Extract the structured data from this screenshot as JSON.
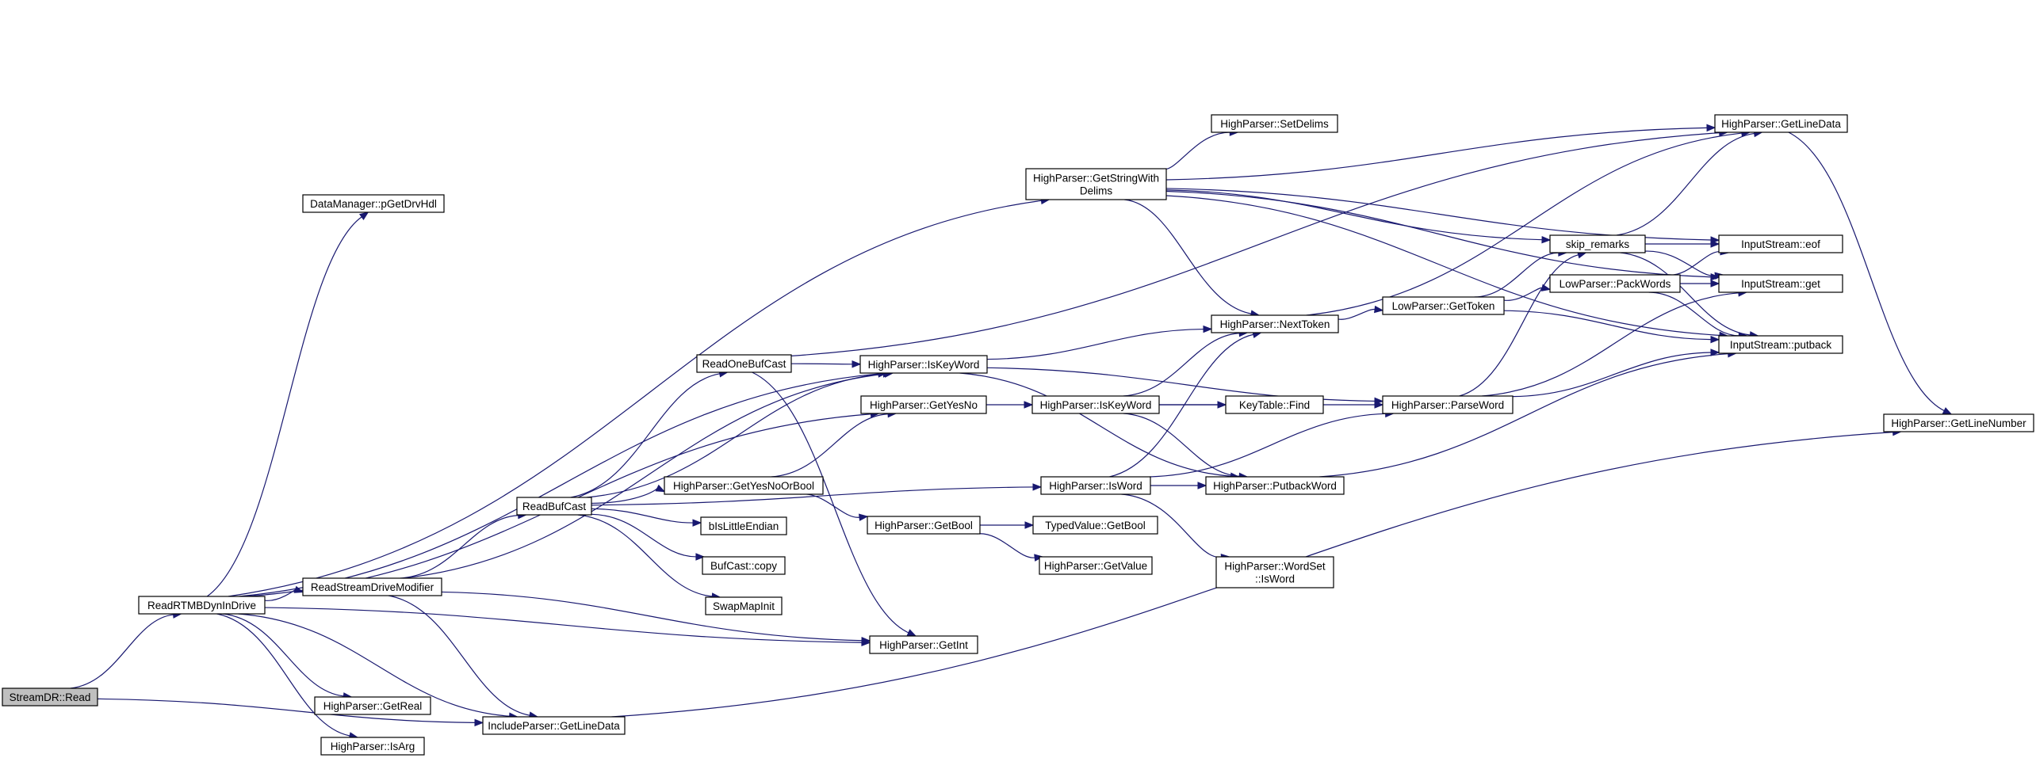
{
  "colors": {
    "edge": "#191970",
    "node_fill": "#ffffff",
    "root_fill": "#bfbfbf",
    "node_stroke": "#000000"
  },
  "nodes": [
    {
      "id": "streamdr_read",
      "lines": [
        "StreamDR::Read"
      ],
      "root": true
    },
    {
      "id": "readrtmb",
      "lines": [
        "ReadRTMBDynInDrive"
      ]
    },
    {
      "id": "datamanager_pgetdrvhdl",
      "lines": [
        "DataManager::pGetDrvHdl"
      ]
    },
    {
      "id": "readstreamdrivemodifier",
      "lines": [
        "ReadStreamDriveModifier"
      ]
    },
    {
      "id": "hp_getreal",
      "lines": [
        "HighParser::GetReal"
      ]
    },
    {
      "id": "hp_isarg",
      "lines": [
        "HighParser::IsArg"
      ]
    },
    {
      "id": "includeparser_getlinedata",
      "lines": [
        "IncludeParser::GetLineData"
      ]
    },
    {
      "id": "readbufcast",
      "lines": [
        "ReadBufCast"
      ]
    },
    {
      "id": "readonebufcast",
      "lines": [
        "ReadOneBufCast"
      ]
    },
    {
      "id": "hp_getyesnoorbool",
      "lines": [
        "HighParser::GetYesNoOrBool"
      ]
    },
    {
      "id": "bislittleendian",
      "lines": [
        "bIsLittleEndian"
      ]
    },
    {
      "id": "bufcast_copy",
      "lines": [
        "BufCast::copy"
      ]
    },
    {
      "id": "swapmapinit",
      "lines": [
        "SwapMapInit"
      ]
    },
    {
      "id": "hp_iskeyword_a",
      "lines": [
        "HighParser::IsKeyWord"
      ]
    },
    {
      "id": "hp_getyesno",
      "lines": [
        "HighParser::GetYesNo"
      ]
    },
    {
      "id": "hp_getbool",
      "lines": [
        "HighParser::GetBool"
      ]
    },
    {
      "id": "hp_getint",
      "lines": [
        "HighParser::GetInt"
      ]
    },
    {
      "id": "hp_getstringwithdelims",
      "lines": [
        "HighParser::GetStringWith",
        "Delims"
      ]
    },
    {
      "id": "hp_iskeyword_b",
      "lines": [
        "HighParser::IsKeyWord"
      ]
    },
    {
      "id": "hp_isword",
      "lines": [
        "HighParser::IsWord"
      ]
    },
    {
      "id": "typedvalue_getbool",
      "lines": [
        "TypedValue::GetBool"
      ]
    },
    {
      "id": "hp_getvalue",
      "lines": [
        "HighParser::GetValue"
      ]
    },
    {
      "id": "hp_setdelims",
      "lines": [
        "HighParser::SetDelims"
      ]
    },
    {
      "id": "hp_nexttoken",
      "lines": [
        "HighParser::NextToken"
      ]
    },
    {
      "id": "keytable_find",
      "lines": [
        "KeyTable::Find"
      ]
    },
    {
      "id": "hp_putbackword",
      "lines": [
        "HighParser::PutbackWord"
      ]
    },
    {
      "id": "hp_wordset_isword",
      "lines": [
        "HighParser::WordSet",
        "::IsWord"
      ]
    },
    {
      "id": "lowparser_gettoken",
      "lines": [
        "LowParser::GetToken"
      ]
    },
    {
      "id": "hp_parseword",
      "lines": [
        "HighParser::ParseWord"
      ]
    },
    {
      "id": "skip_remarks",
      "lines": [
        "skip_remarks"
      ]
    },
    {
      "id": "lowparser_packwords",
      "lines": [
        "LowParser::PackWords"
      ]
    },
    {
      "id": "hp_getlinedata",
      "lines": [
        "HighParser::GetLineData"
      ]
    },
    {
      "id": "inputstream_eof",
      "lines": [
        "InputStream::eof"
      ]
    },
    {
      "id": "inputstream_get",
      "lines": [
        "InputStream::get"
      ]
    },
    {
      "id": "inputstream_putback",
      "lines": [
        "InputStream::putback"
      ]
    },
    {
      "id": "hp_getlinenumber",
      "lines": [
        "HighParser::GetLineNumber"
      ]
    }
  ],
  "edges": [
    [
      "streamdr_read",
      "readrtmb"
    ],
    [
      "streamdr_read",
      "includeparser_getlinedata"
    ],
    [
      "readrtmb",
      "datamanager_pgetdrvhdl"
    ],
    [
      "readrtmb",
      "hp_getstringwithdelims"
    ],
    [
      "readrtmb",
      "hp_iskeyword_a"
    ],
    [
      "readrtmb",
      "hp_getyesno"
    ],
    [
      "readrtmb",
      "readstreamdrivemodifier"
    ],
    [
      "readrtmb",
      "hp_getint"
    ],
    [
      "readrtmb",
      "hp_getreal"
    ],
    [
      "readrtmb",
      "hp_isarg"
    ],
    [
      "readrtmb",
      "includeparser_getlinedata"
    ],
    [
      "readstreamdrivemodifier",
      "hp_iskeyword_a"
    ],
    [
      "readstreamdrivemodifier",
      "readbufcast"
    ],
    [
      "readstreamdrivemodifier",
      "hp_getint"
    ],
    [
      "readstreamdrivemodifier",
      "includeparser_getlinedata"
    ],
    [
      "includeparser_getlinedata",
      "hp_getlinenumber"
    ],
    [
      "readbufcast",
      "readonebufcast"
    ],
    [
      "readbufcast",
      "hp_iskeyword_a"
    ],
    [
      "readbufcast",
      "hp_isword"
    ],
    [
      "readbufcast",
      "hp_getyesnoorbool"
    ],
    [
      "readbufcast",
      "bislittleendian"
    ],
    [
      "readbufcast",
      "bufcast_copy"
    ],
    [
      "readbufcast",
      "swapmapinit"
    ],
    [
      "readonebufcast",
      "hp_getlinedata"
    ],
    [
      "readonebufcast",
      "hp_iskeyword_a"
    ],
    [
      "readonebufcast",
      "hp_getint"
    ],
    [
      "hp_getyesnoorbool",
      "hp_getyesno"
    ],
    [
      "hp_getyesnoorbool",
      "hp_getbool"
    ],
    [
      "hp_iskeyword_a",
      "hp_nexttoken"
    ],
    [
      "hp_iskeyword_a",
      "hp_parseword"
    ],
    [
      "hp_iskeyword_a",
      "hp_putbackword"
    ],
    [
      "hp_getyesno",
      "hp_iskeyword_b"
    ],
    [
      "hp_getbool",
      "typedvalue_getbool"
    ],
    [
      "hp_getbool",
      "hp_getvalue"
    ],
    [
      "hp_getstringwithdelims",
      "hp_setdelims"
    ],
    [
      "hp_getstringwithdelims",
      "hp_getlinedata"
    ],
    [
      "hp_getstringwithdelims",
      "hp_nexttoken"
    ],
    [
      "hp_getstringwithdelims",
      "skip_remarks"
    ],
    [
      "hp_getstringwithdelims",
      "inputstream_eof"
    ],
    [
      "hp_getstringwithdelims",
      "inputstream_get"
    ],
    [
      "hp_getstringwithdelims",
      "inputstream_putback"
    ],
    [
      "hp_iskeyword_b",
      "keytable_find"
    ],
    [
      "hp_iskeyword_b",
      "hp_nexttoken"
    ],
    [
      "hp_iskeyword_b",
      "hp_parseword"
    ],
    [
      "hp_iskeyword_b",
      "hp_putbackword"
    ],
    [
      "hp_isword",
      "hp_nexttoken"
    ],
    [
      "hp_isword",
      "hp_putbackword"
    ],
    [
      "hp_isword",
      "hp_parseword"
    ],
    [
      "hp_isword",
      "hp_wordset_isword"
    ],
    [
      "hp_nexttoken",
      "lowparser_gettoken"
    ],
    [
      "hp_nexttoken",
      "hp_getlinedata"
    ],
    [
      "hp_putbackword",
      "inputstream_putback"
    ],
    [
      "lowparser_gettoken",
      "skip_remarks"
    ],
    [
      "lowparser_gettoken",
      "lowparser_packwords"
    ],
    [
      "lowparser_gettoken",
      "inputstream_putback"
    ],
    [
      "hp_parseword",
      "skip_remarks"
    ],
    [
      "hp_parseword",
      "inputstream_get"
    ],
    [
      "hp_parseword",
      "inputstream_putback"
    ],
    [
      "skip_remarks",
      "hp_getlinedata"
    ],
    [
      "skip_remarks",
      "inputstream_eof"
    ],
    [
      "skip_remarks",
      "inputstream_get"
    ],
    [
      "skip_remarks",
      "inputstream_putback"
    ],
    [
      "lowparser_packwords",
      "inputstream_eof"
    ],
    [
      "lowparser_packwords",
      "inputstream_get"
    ],
    [
      "lowparser_packwords",
      "inputstream_putback"
    ],
    [
      "hp_getlinedata",
      "hp_getlinenumber"
    ]
  ]
}
